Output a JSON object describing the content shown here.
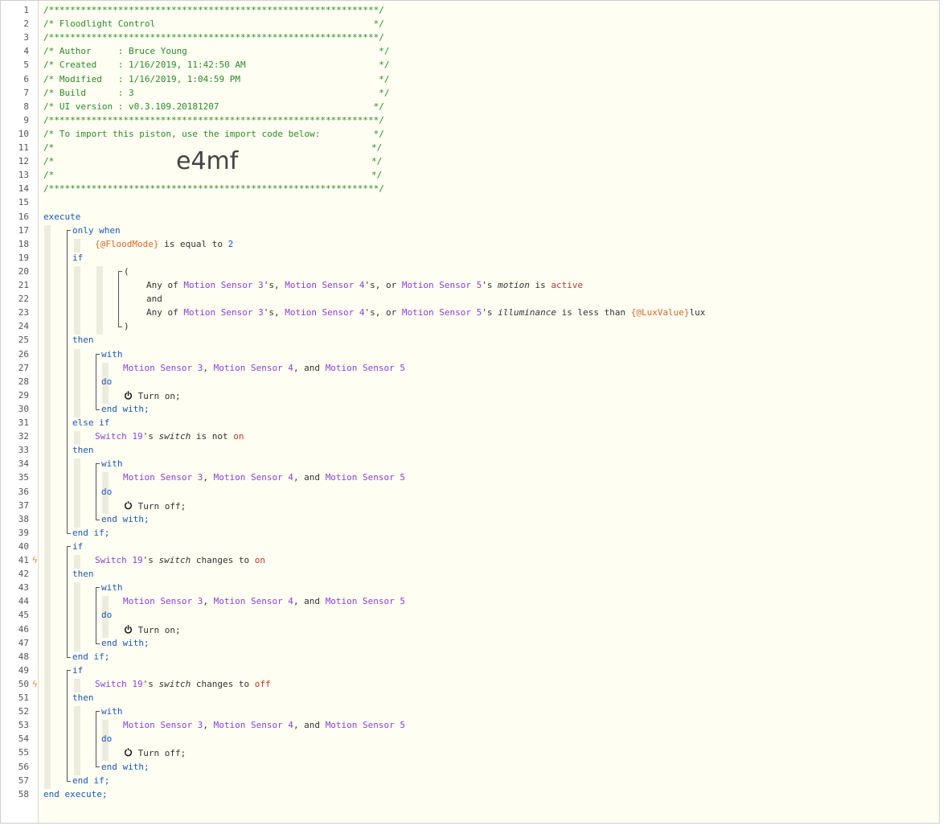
{
  "line_numbers": [
    "1",
    "2",
    "3",
    "4",
    "5",
    "6",
    "7",
    "8",
    "9",
    "10",
    "11",
    "12",
    "13",
    "14",
    "15",
    "16",
    "17",
    "18",
    "19",
    "20",
    "21",
    "22",
    "23",
    "24",
    "25",
    "26",
    "27",
    "28",
    "29",
    "30",
    "31",
    "32",
    "33",
    "34",
    "35",
    "36",
    "37",
    "38",
    "39",
    "40",
    "41",
    "42",
    "43",
    "44",
    "45",
    "46",
    "47",
    "48",
    "49",
    "50",
    "51",
    "52",
    "53",
    "54",
    "55",
    "56",
    "57",
    "58"
  ],
  "header": {
    "border": "/**************************************************************/",
    "title": "/* Floodlight Control                                         */",
    "author": "/* Author     : Bruce Young                                    */",
    "created": "/* Created    : 1/16/2019, 11:42:50 AM                         */",
    "modified": "/* Modified   : 1/16/2019, 1:04:59 PM                          */",
    "build": "/* Build      : 3                                              */",
    "ui_version": "/* UI version : v0.3.109.20181207                             */",
    "import_text": "/* To import this piston, use the import code below:          */",
    "blank_open": "/*",
    "blank_close": "*/",
    "import_code": "e4mf"
  },
  "kw": {
    "execute": "execute",
    "only_when": "only when",
    "if": "if",
    "then": "then",
    "with": "with",
    "do": "do",
    "end_with": "end with;",
    "else_if": "else if",
    "end_if": "end if;",
    "end_execute": "end execute;",
    "and": "and",
    "open_paren": "(",
    "close_paren": ")"
  },
  "vars": {
    "flood_mode": "{@FloodMode}",
    "lux_value": "{@LuxValue}"
  },
  "devices": {
    "ms3": "Motion Sensor 3",
    "ms4": "Motion Sensor 4",
    "ms5": "Motion Sensor 5",
    "sw19": "Switch 19"
  },
  "text": {
    "is_equal_to": " is equal to ",
    "two": "2",
    "any_of": "Any of ",
    "apos_s_comma": "'s, ",
    "apos_s_comma_or": "'s, or ",
    "apos_s": "'s ",
    "motion": "motion",
    "is": " is ",
    "active": "active",
    "illuminance": "illuminance",
    "is_less_than": " is less than ",
    "lux": "lux",
    "comma": ", ",
    "comma_and": ", and ",
    "turn_on": " Turn on;",
    "turn_off": " Turn off;",
    "switch": "switch",
    "is_not": " is not ",
    "on": "on",
    "off": "off",
    "changes_to": " changes to "
  },
  "icons": {
    "power_on": "power-on-icon",
    "power_off": "power-off-icon",
    "trigger": "lightning-bolt-icon"
  },
  "colors": {
    "comment": "#2b8a2b",
    "keyword": "#1a57b8",
    "device": "#8a3fdc",
    "variable": "#d2692a",
    "value": "#c0392b",
    "trigger": "#ff7a1a"
  }
}
